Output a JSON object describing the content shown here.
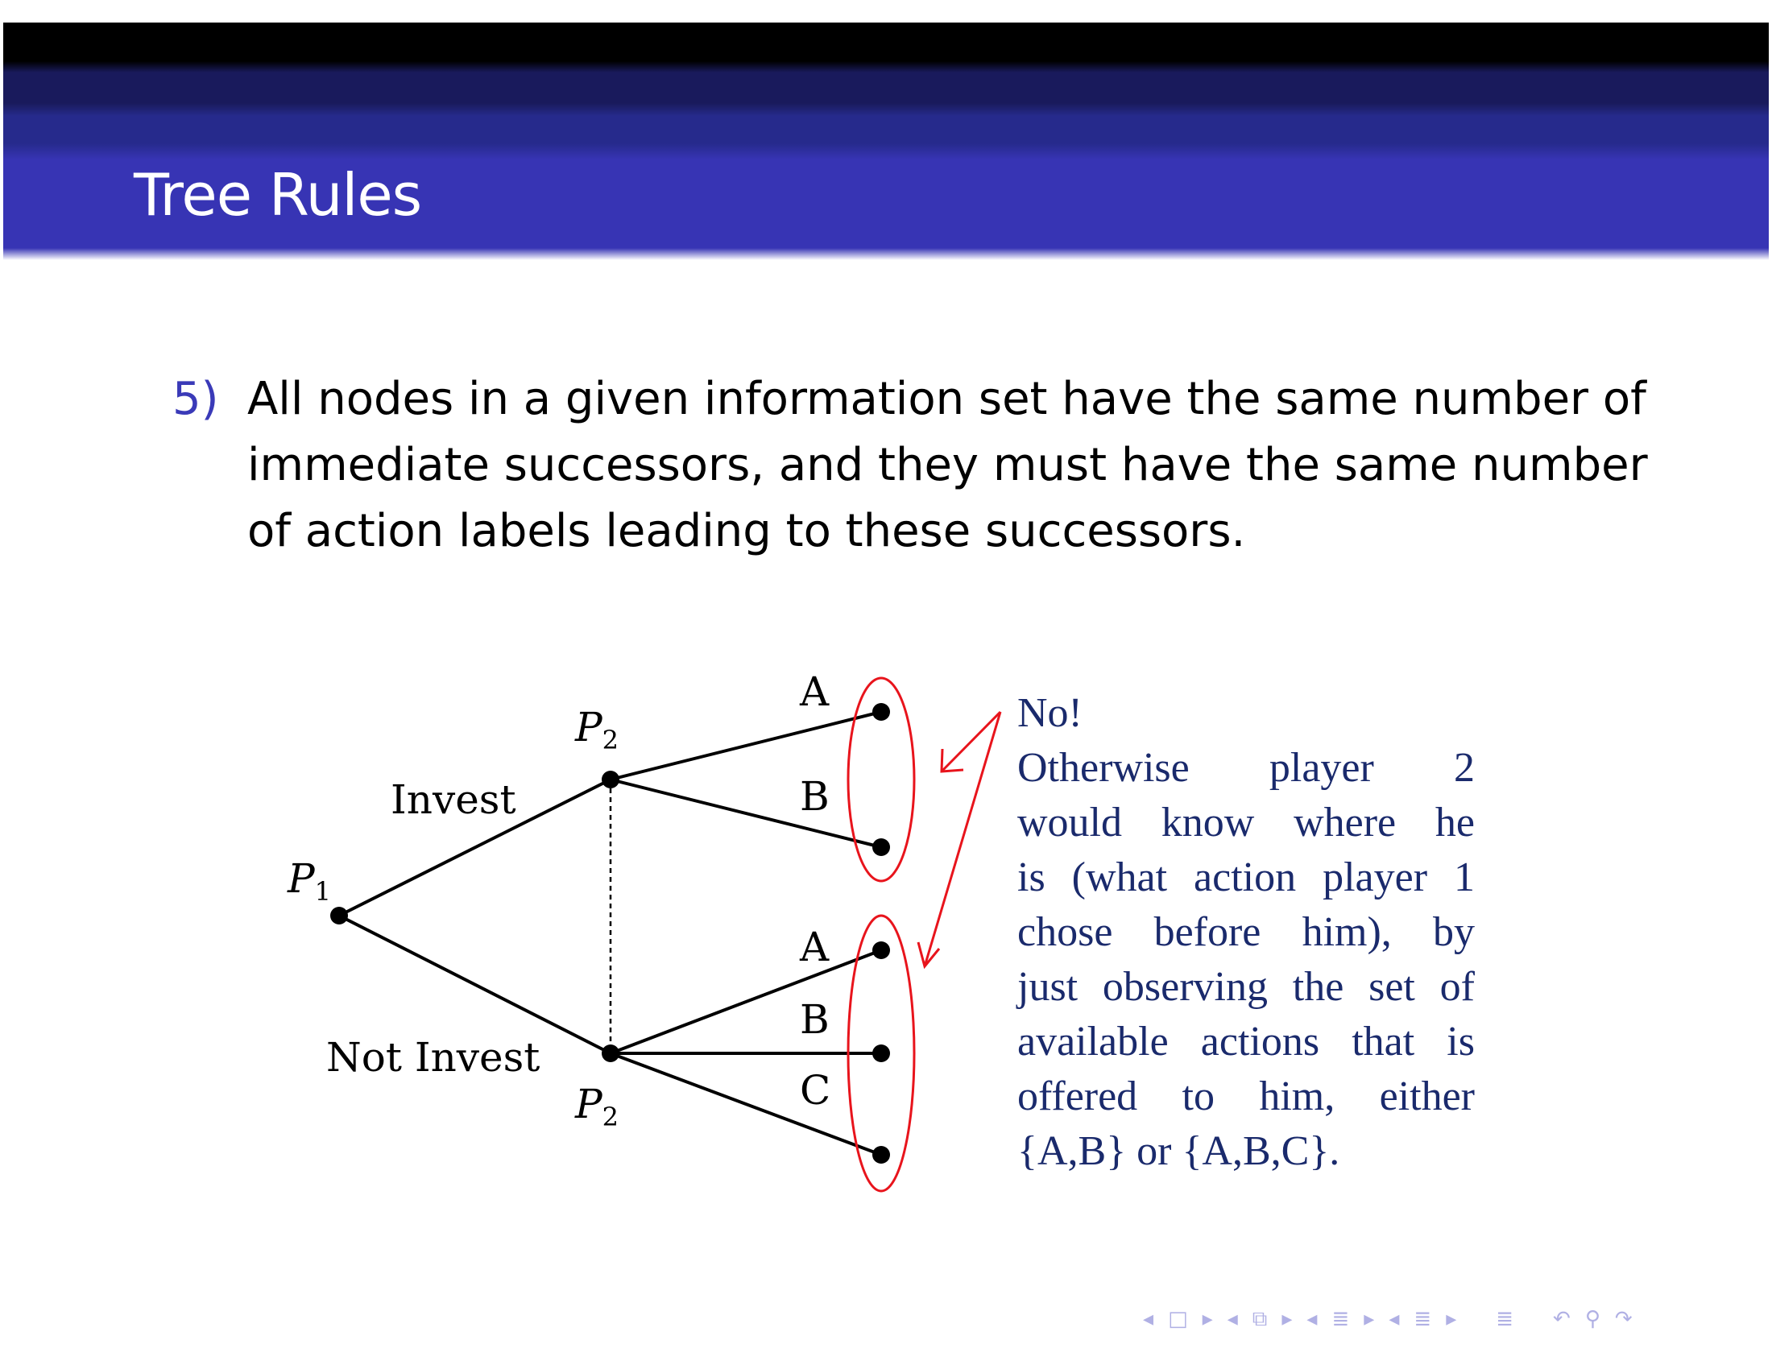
{
  "header": {
    "title": "Tree Rules"
  },
  "rule": {
    "number": "5)",
    "lines": [
      "All nodes in a given information set have the same number of",
      "immediate successors, and they must have the same number",
      "of action labels leading to these successors."
    ]
  },
  "diagram": {
    "players": {
      "p1": "P",
      "p1_sub": "1",
      "p2": "P",
      "p2_sub": "2"
    },
    "actions": {
      "invest": "Invest",
      "not_invest": "Not Invest",
      "a": "A",
      "b": "B",
      "c": "C"
    },
    "note_lines": [
      "No!",
      "Otherwise player 2",
      "would know where he",
      "is (what action player 1",
      "chose before him), by",
      "just observing the set of",
      "available actions that is",
      "offered to him, either",
      "{A,B} or {A,B,C}."
    ],
    "colors": {
      "highlight": "#e8141c",
      "note_text": "#1a2a6c"
    }
  },
  "nav": {
    "icons": [
      "prev-icon",
      "frame-icon",
      "next-icon",
      "prev-icon",
      "subsection-icon",
      "next-icon",
      "prev-icon",
      "section-icon",
      "next-icon",
      "prev-icon",
      "toc-icon",
      "next-icon",
      "outline-icon",
      "undo-icon",
      "search-icon",
      "redo-icon"
    ]
  }
}
